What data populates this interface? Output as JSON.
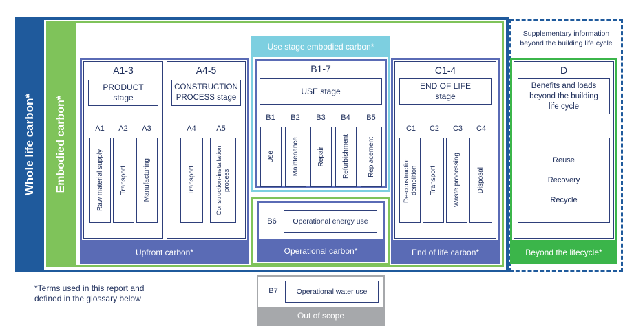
{
  "colors": {
    "whole_life": "#1f5a9c",
    "embodied": "#7fc35a",
    "upfront": "#5a6bb5",
    "use_stage": "#7dcfe0",
    "beyond": "#3bb54a",
    "out_of_scope": "#a6a8ab",
    "border_dark": "#2e3f7a"
  },
  "whole_life_label": "Whole life carbon*",
  "embodied_label": "Embodied carbon*",
  "use_stage_embodied_label": "Use stage embodied carbon*",
  "supplementary_label": "Supplementary information beyond the building life cycle",
  "footnote": "*Terms used in this report and defined in the glossary below",
  "modules": {
    "a13": {
      "code": "A1-3",
      "title": "PRODUCT stage",
      "subs": [
        {
          "code": "A1",
          "label": "Raw material supply"
        },
        {
          "code": "A2",
          "label": "Transport"
        },
        {
          "code": "A3",
          "label": "Manufacturing"
        }
      ]
    },
    "a45": {
      "code": "A4-5",
      "title": "CONSTRUCTION PROCESS stage",
      "subs": [
        {
          "code": "A4",
          "label": "Transport"
        },
        {
          "code": "A5",
          "label": "Construction-installation process"
        }
      ]
    },
    "b17": {
      "code": "B1-7",
      "title": "USE stage",
      "subs": [
        {
          "code": "B1",
          "label": "Use"
        },
        {
          "code": "B2",
          "label": "Maintenance"
        },
        {
          "code": "B3",
          "label": "Repair"
        },
        {
          "code": "B4",
          "label": "Refurbishment"
        },
        {
          "code": "B5",
          "label": "Replacement"
        }
      ]
    },
    "c14": {
      "code": "C1-4",
      "title": "END OF LIFE stage",
      "subs": [
        {
          "code": "C1",
          "label": "De-construction demolition"
        },
        {
          "code": "C2",
          "label": "Transport"
        },
        {
          "code": "C3",
          "label": "Waste processing"
        },
        {
          "code": "C4",
          "label": "Disposal"
        }
      ]
    },
    "d": {
      "code": "D",
      "title": "Benefits and loads beyond the building life cycle",
      "items": [
        "Reuse",
        "Recovery",
        "Recycle"
      ]
    },
    "b6": {
      "code": "B6",
      "label": "Operational energy use"
    },
    "b7": {
      "code": "B7",
      "label": "Operational water use"
    }
  },
  "bars": {
    "upfront": "Upfront carbon*",
    "operational": "Operational carbon*",
    "end_of_life": "End of life carbon*",
    "beyond": "Beyond the lifecycle*",
    "out_of_scope": "Out of scope"
  }
}
